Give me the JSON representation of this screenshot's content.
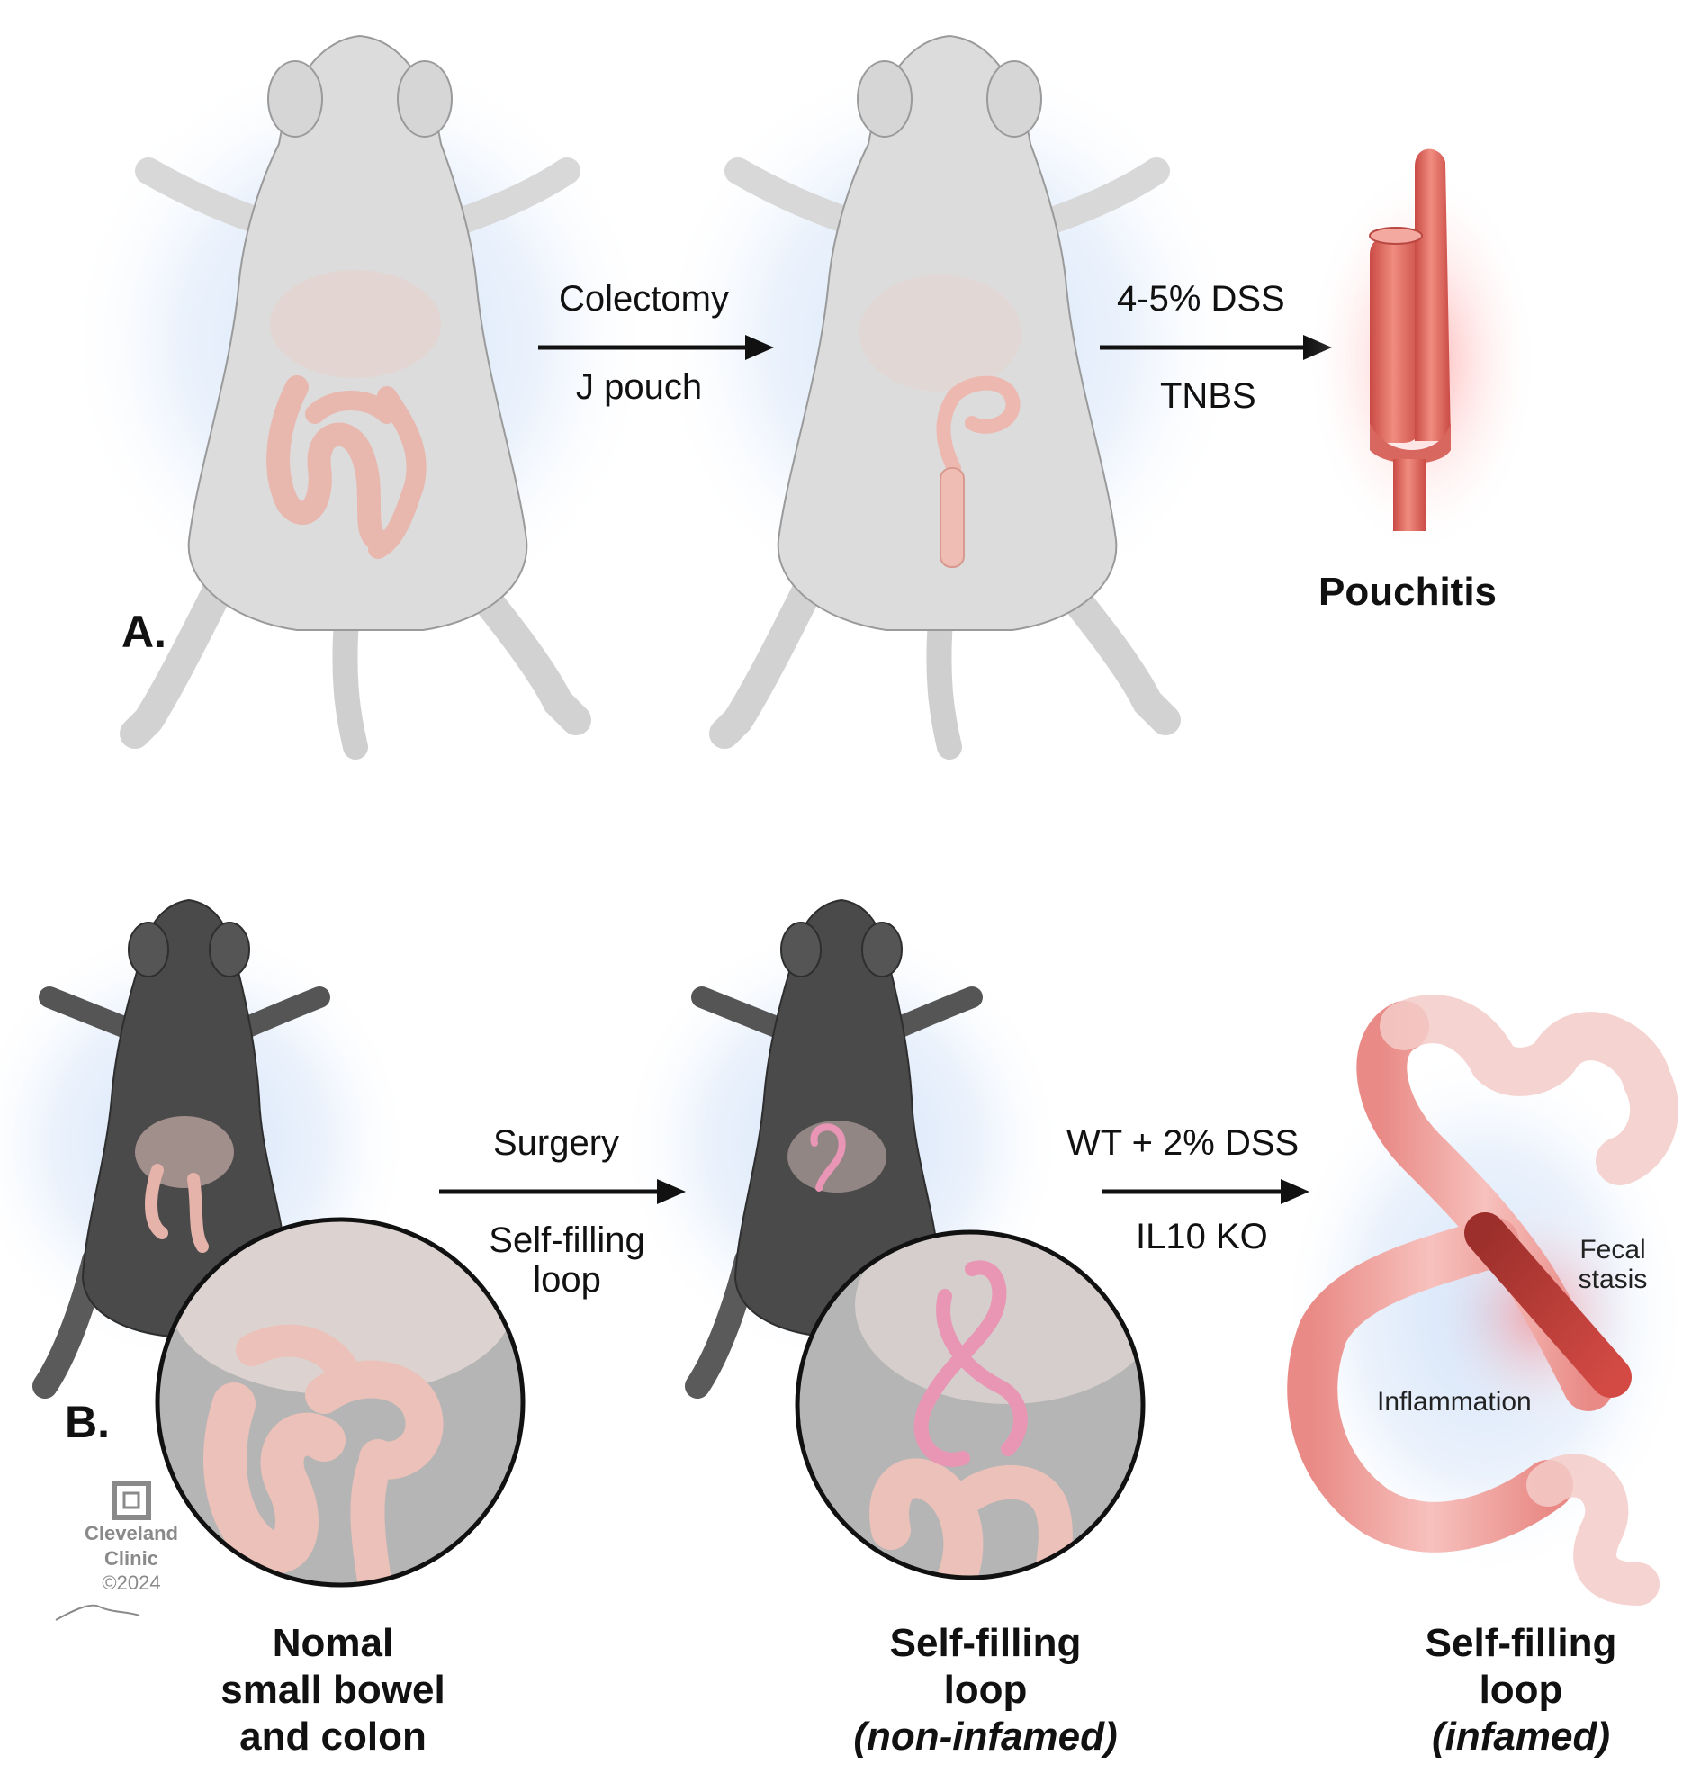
{
  "panel_a": {
    "letter": "A.",
    "arrow1": {
      "top_label": "Colectomy",
      "bottom_label": "J pouch"
    },
    "arrow2": {
      "top_label": "4-5% DSS",
      "bottom_label": "TNBS"
    },
    "outcome_label": "Pouchitis"
  },
  "panel_b": {
    "letter": "B.",
    "arrow1": {
      "top_label": "Surgery",
      "bottom_label_line1": "Self-filling",
      "bottom_label_line2": "loop"
    },
    "arrow2": {
      "top_label": "WT + 2% DSS",
      "bottom_label": "IL10 KO"
    },
    "captions": {
      "left": {
        "line1": "Nomal",
        "line2": "small bowel",
        "line3": "and colon"
      },
      "middle": {
        "line1": "Self-filling",
        "line2": "loop",
        "line3": "(non-infamed)"
      },
      "right": {
        "line1": "Self-filling",
        "line2": "loop",
        "line3": "(infamed)"
      }
    },
    "annotations": {
      "fecal_line1": "Fecal",
      "fecal_line2": "stasis",
      "inflammation": "Inflammation"
    }
  },
  "logo": {
    "line1": "Cleveland",
    "line2": "Clinic",
    "line3": "©2024"
  },
  "colors": {
    "white_mouse": "#dcdcdc",
    "black_mouse": "#4a4a4a",
    "bowel": "#eab8b0",
    "inflamed": "#d9544c",
    "glow_blue": "#cfe0f7",
    "arrow": "#111111"
  }
}
